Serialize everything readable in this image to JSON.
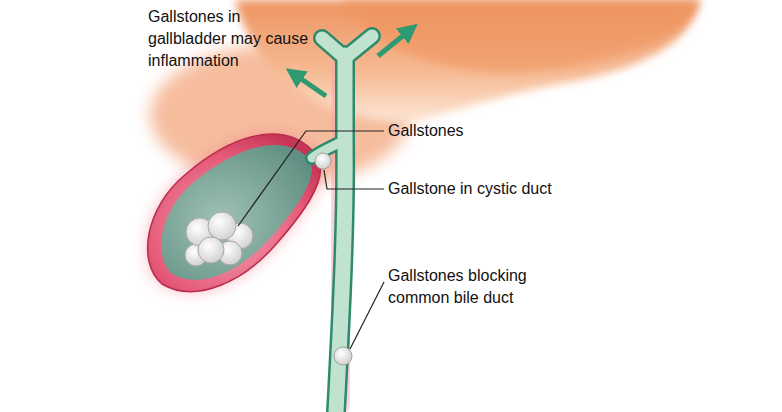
{
  "diagram": {
    "labels": [
      "Gallstones in gallbladder may cause inflammation",
      "Gallstones",
      "Gallstone in cystic duct",
      "Gallstones blocking common bile duct"
    ]
  }
}
